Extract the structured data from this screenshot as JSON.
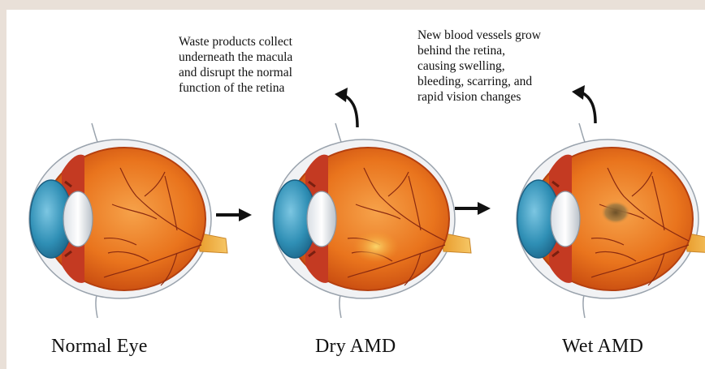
{
  "annotations": {
    "dry": "Waste products collect\nunderneath the macula\nand disrupt the normal\nfunction of the retina",
    "wet": "New blood vessels grow\nbehind the retina,\ncausing swelling,\nbleeding, scarring, and\nrapid vision changes"
  },
  "labels": {
    "normal": "Normal Eye",
    "dry": "Dry AMD",
    "wet": "Wet AMD"
  },
  "colors": {
    "background": "#e9e0d8",
    "sclera_orange": "#e8741c",
    "cornea_blue": "#2f8fb5",
    "vessel": "#8a2a10",
    "optic_nerve": "#f2b24a",
    "wet_lesion": "#8a6a3a",
    "dry_deposit": "#f7c550"
  }
}
